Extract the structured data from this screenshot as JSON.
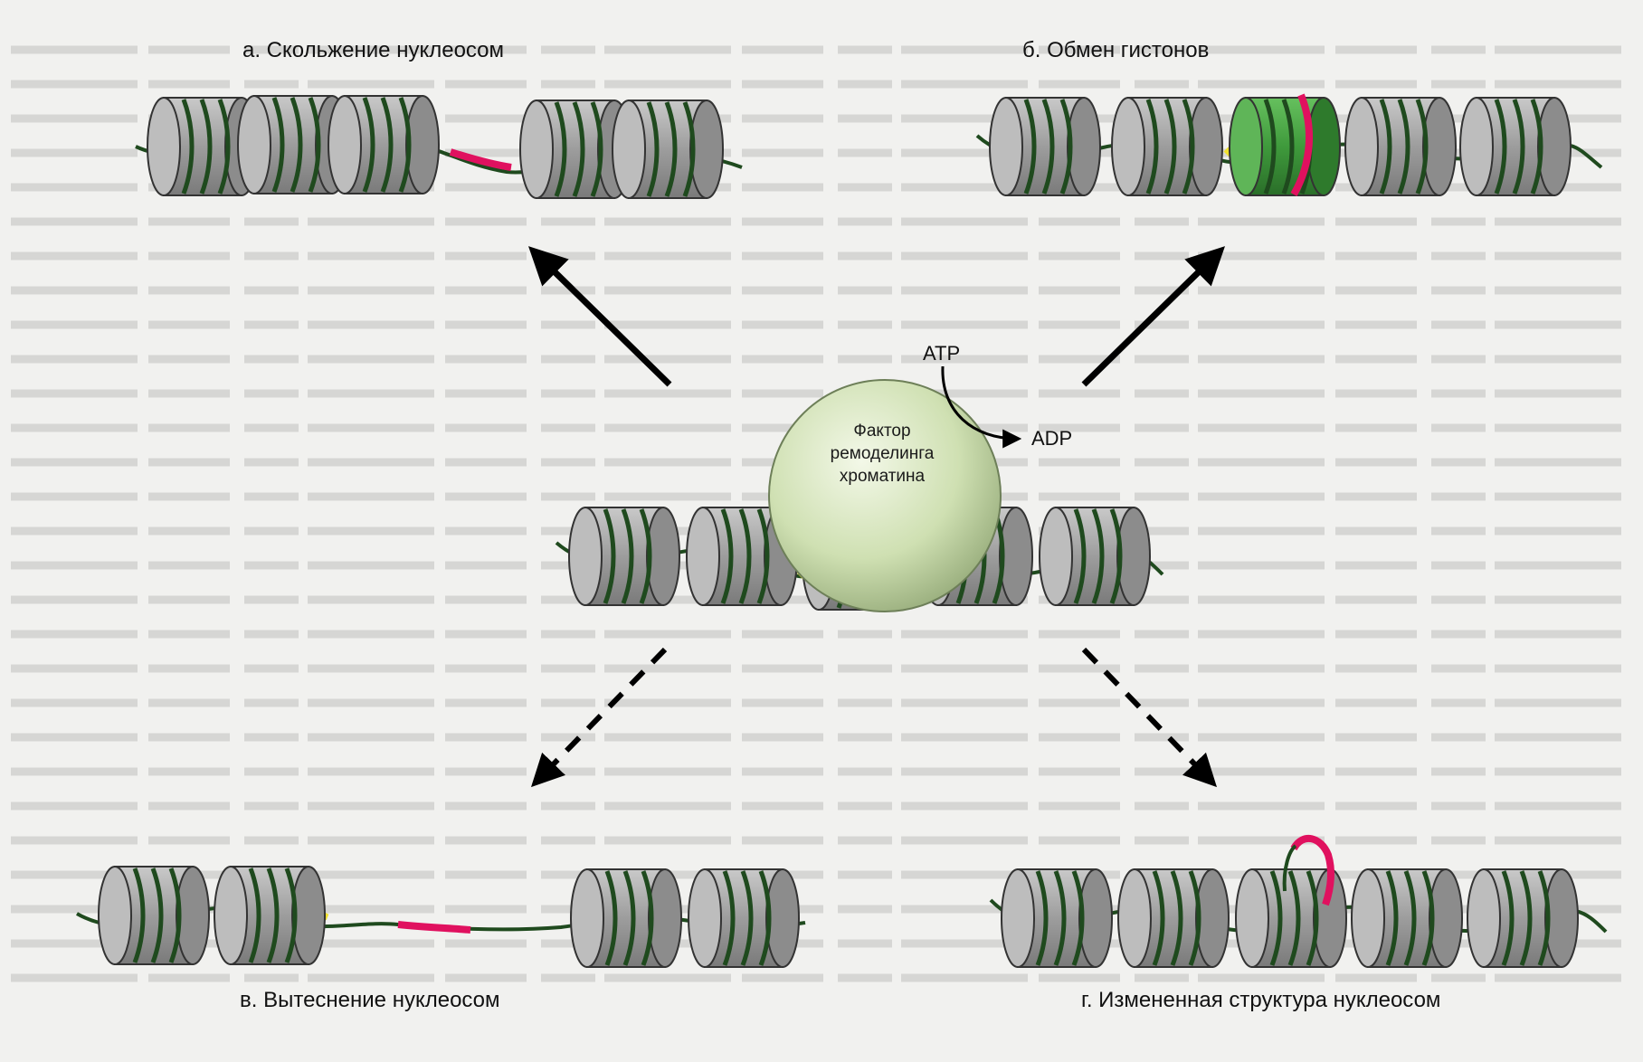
{
  "panels": {
    "a": {
      "caption": "а. Скольжение нуклеосом"
    },
    "b": {
      "caption": "б. Обмен гистонов"
    },
    "v": {
      "caption": "в. Вытеснение нуклеосом"
    },
    "g": {
      "caption": "г. Измененная структура нуклеосом"
    }
  },
  "center": {
    "factor_lines": [
      "Фактор",
      "ремоделинга",
      "хроматина"
    ],
    "atp": "ATP",
    "adp": "ADP"
  },
  "colors": {
    "background": "#f1f1ef",
    "dna": "#1f4a1e",
    "histone": "#a9a9a9",
    "histone_variant": "#3f9a3c",
    "remodeler": "#cfe0b2",
    "magenta_segment": "#e0115f",
    "yellow_segment": "#f0e130",
    "arrow": "#000000"
  }
}
